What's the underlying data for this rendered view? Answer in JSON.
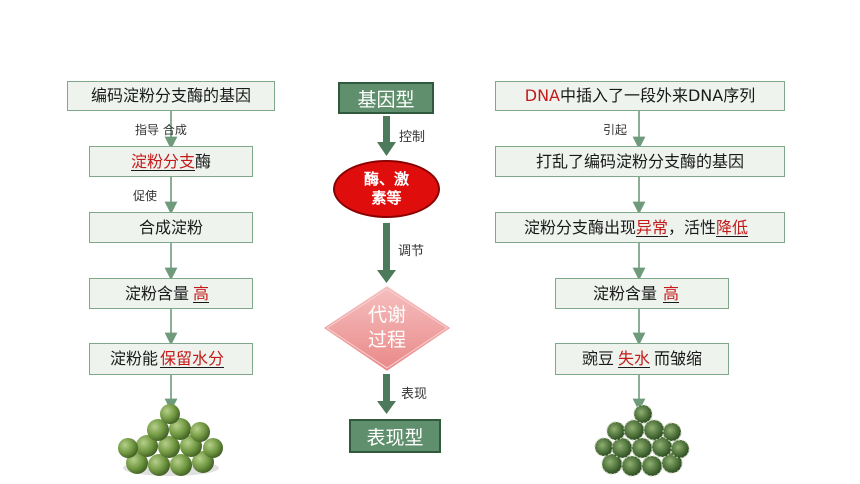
{
  "left": {
    "box1": "编码淀粉分支酶的基因",
    "arrow1_label": "指导 合成",
    "box2_blank": "淀粉分支",
    "box2_suffix": "酶",
    "arrow2_label": "促使",
    "box3": "合成淀粉",
    "box4_prefix": "淀粉含量",
    "box4_blank": "高",
    "box5_prefix": "淀粉能",
    "box5_blank": "保留水分"
  },
  "center": {
    "genotype": "基因型",
    "arrow1_label": "控制",
    "enzyme_line1": "酶、激",
    "enzyme_line2": "素等",
    "arrow2_label": "调节",
    "process_line1": "代谢",
    "process_line2": "过程",
    "arrow3_label": "表现",
    "phenotype": "表现型"
  },
  "right": {
    "box1_red": "DNA",
    "box1_rest": "中插入了一段外来DNA序列",
    "arrow1_label": "引起",
    "box2": "打乱了编码淀粉分支酶的基因",
    "box3_prefix": "淀粉分支酶出现",
    "box3_blank1": "异常",
    "box3_mid": "，活性",
    "box3_blank2": "降低",
    "box4_prefix": "淀粉含量",
    "box4_blank": "高",
    "box5_prefix": "豌豆",
    "box5_blank": "失水",
    "box5_suffix": "而皱缩"
  },
  "colors": {
    "box_border": "#7fa88a",
    "box_fill": "#eef3ee",
    "answer_red": "#c41a1a",
    "center_box": "#5f8f6c",
    "ellipse_red": "#e00d0d",
    "diamond_pink": "#f0a0a0"
  }
}
